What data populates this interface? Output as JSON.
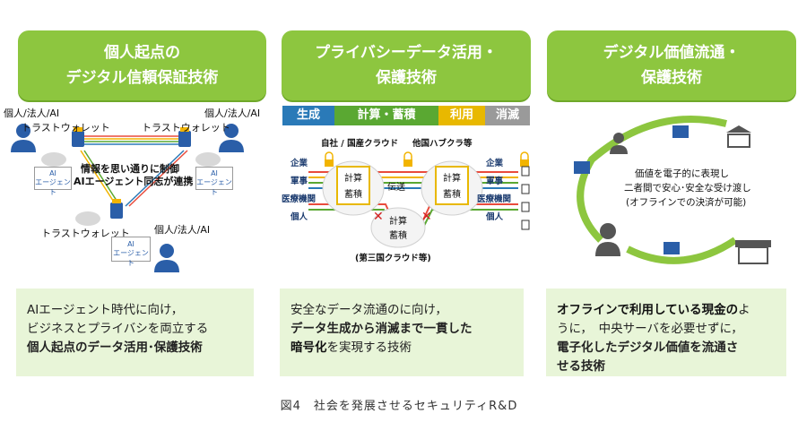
{
  "headers": [
    {
      "line1": "個人起点の",
      "line2": "デジタル信頼保証技術"
    },
    {
      "line1": "プライバシーデータ活用・",
      "line2": "保護技術"
    },
    {
      "line1": "デジタル価値流通・",
      "line2": "保護技術"
    }
  ],
  "panel1": {
    "person_label_tl": "個人/法人/AI",
    "person_label_tr": "個人/法人/AI",
    "person_label_b": "個人/法人/AI",
    "wallet_tl": "トラストウォレット",
    "wallet_tr": "トラストウォレット",
    "wallet_b": "トラストウォレット",
    "center_line1": "情報を思い通りに制御",
    "center_line2": "AIエージェント同志が連携",
    "agent_label_1": "AI",
    "agent_label_2": "エージェント",
    "info_label": "情報"
  },
  "panel2": {
    "stages": [
      "生成",
      "計算・蓄積",
      "利用",
      "消滅"
    ],
    "cloud_top_label": "自社 / 国産クラウド",
    "cloud_top_label2": "他国ハブクラ等",
    "left_labels": [
      "企業",
      "軍事",
      "医療機関",
      "個人"
    ],
    "right_labels": [
      "企業",
      "軍事",
      "医療機関",
      "個人"
    ],
    "cloud_a": [
      "計算",
      "蓄積"
    ],
    "cloud_b": [
      "計算",
      "蓄積"
    ],
    "cloud_c": [
      "計算",
      "蓄積"
    ],
    "transfer": "伝送",
    "bottom_label": "(第三国クラウド等)"
  },
  "panel3": {
    "line1": "価値を電子的に表現し",
    "line2": "二者間で安心･安全な受け渡し",
    "line3": "(オフラインでの決済が可能)"
  },
  "descriptions": {
    "d1": {
      "line1": "AIエージェント時代に向け，",
      "line2": "ビジネスとプライバシを両立する",
      "line3": "個人起点のデータ活用･保護技術"
    },
    "d2": {
      "line1": "安全なデータ流通のに向け，",
      "line2a": "データ生成から消滅まで一貫した",
      "line3a": "暗号化",
      "line3b": "を実現する技術"
    },
    "d3": {
      "line1a": "オフラインで利用している現金の",
      "line1b": "よ",
      "line2": "うに，　中央サーバを必要せずに，",
      "line3": "電子化したデジタル価値を流通さ",
      "line4": "せる技術"
    }
  },
  "caption": "図4　社会を発展させるセキュリティR&D",
  "colors": {
    "banner": "#8dc63f",
    "desc_bg": "#e8f5d8",
    "person": "#2a5ea8",
    "stage_blue": "#2a7ab8",
    "stage_green": "#5aa832",
    "stage_yellow": "#e8b800",
    "stage_gray": "#9a9a9a"
  }
}
